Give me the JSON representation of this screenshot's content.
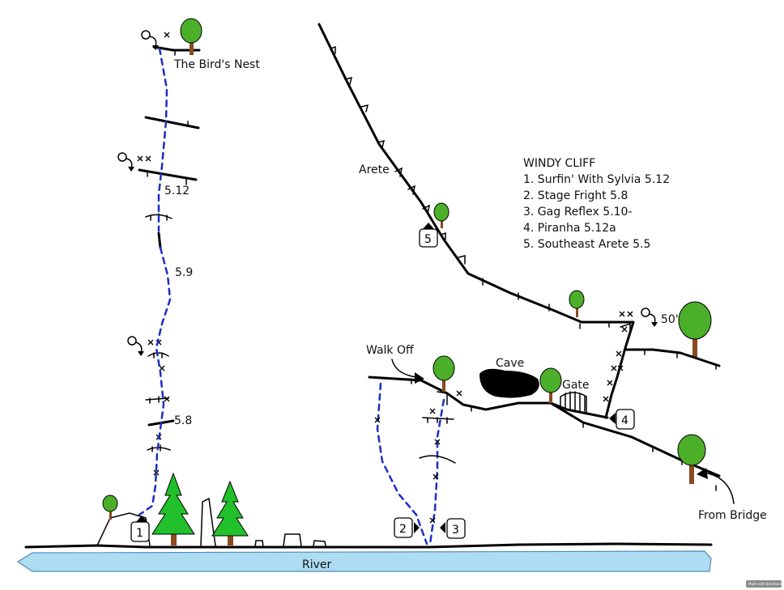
{
  "legend": {
    "title": "WINDY CLIFF",
    "items": [
      "1. Surfin' With Sylvia 5.12",
      "2. Stage Fright 5.8",
      "3. Gag Reflex 5.10-",
      "4. Piranha 5.12a",
      "5. Southeast Arete 5.5"
    ]
  },
  "labels": {
    "birds_nest": "The Bird's Nest",
    "arete": "Arete",
    "walk_off": "Walk Off",
    "cave": "Cave",
    "gate": "Gate",
    "rappel_length": "50'",
    "from_bridge": "From Bridge",
    "river": "River"
  },
  "pitch_grades": {
    "upper": "5.12",
    "middle": "5.9",
    "lower": "5.8"
  },
  "route_markers": {
    "r1": "1",
    "r2": "2",
    "r3": "3",
    "r4": "4",
    "r5": "5"
  },
  "watermark": "Made with BetaRoom",
  "colors": {
    "route": "#1a2fc4",
    "river": "#aedcf2",
    "tree": "#4caf2a",
    "pine": "#22c02a"
  }
}
